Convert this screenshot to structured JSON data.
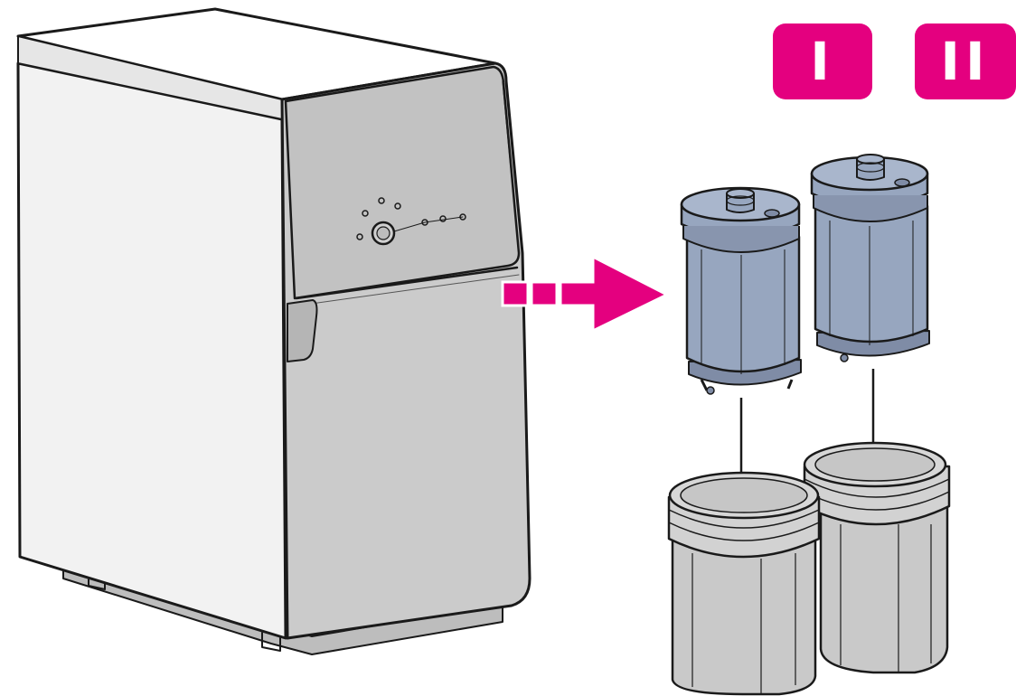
{
  "colors": {
    "accent": "#e4007f",
    "cartridge_blue": "#97a6bf",
    "cartridge_dark": "#7f8ca6",
    "housing_gray": "#c9c9c9",
    "panel_gray": "#c4c4c4",
    "side_white": "#f1f1f1",
    "outline": "#1a1a1a"
  },
  "badges": [
    {
      "label": "I"
    },
    {
      "label": "II"
    }
  ],
  "icons": {
    "arrow": "pink-dashed-arrow-right",
    "device": "water-filter-unit",
    "cartridge": "filter-cartridge",
    "housing": "filter-housing"
  }
}
